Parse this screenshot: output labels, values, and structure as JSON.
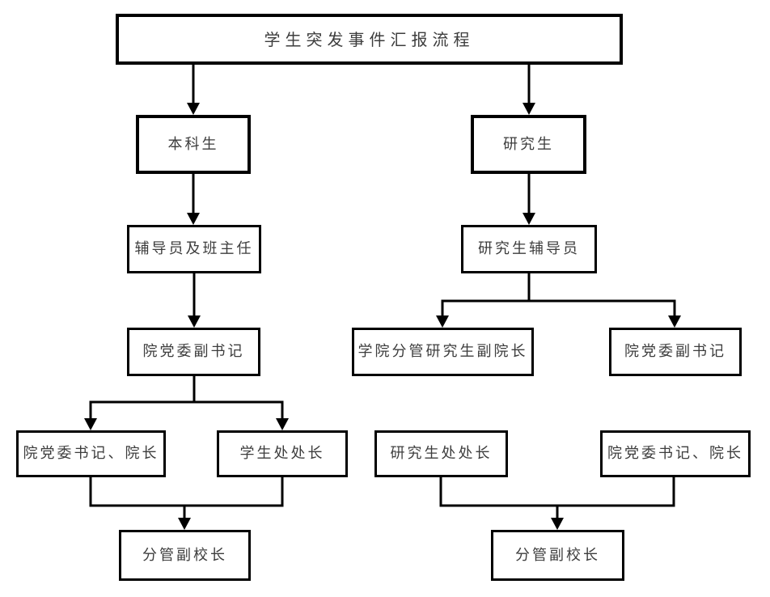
{
  "diagram": {
    "title": "学生突发事件汇报流程",
    "nodes": {
      "undergraduate": "本科生",
      "graduate": "研究生",
      "counselor_and_head_teacher": "辅导员及班主任",
      "graduate_counselor": "研究生辅导员",
      "party_deputy_secretary_left": "院党委副书记",
      "vice_dean_graduate": "学院分管研究生副院长",
      "party_deputy_secretary_right": "院党委副书记",
      "party_secretary_dean_left": "院党委书记、院长",
      "student_affairs_director": "学生处处长",
      "graduate_office_director": "研究生处处长",
      "party_secretary_dean_right": "院党委书记、院长",
      "vice_president_left": "分管副校长",
      "vice_president_right": "分管副校长"
    },
    "colors": {
      "line": "#000000",
      "text": "#3d3d3d",
      "background": "#ffffff"
    }
  }
}
